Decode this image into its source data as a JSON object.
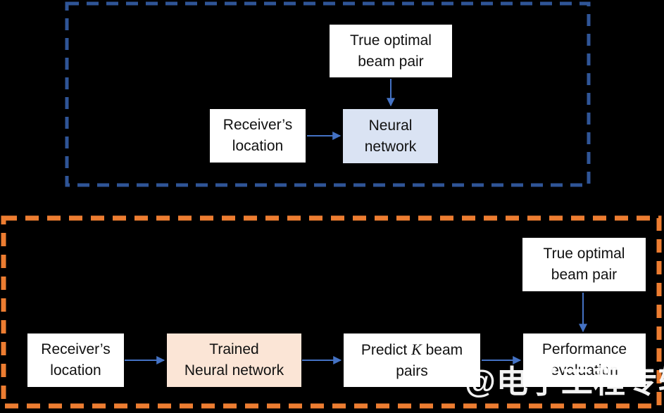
{
  "colors": {
    "background": "#000000",
    "dashed_blue": "#2f5597",
    "dashed_orange": "#ed7d31",
    "arrow_blue": "#4472c4",
    "box_blue_fill": "#dae3f3",
    "box_peach_fill": "#fbe5d6",
    "box_text": "#111111",
    "watermark": "#ffffff"
  },
  "training_stage": {
    "true_optimal": {
      "line1": "True optimal",
      "line2": "beam pair"
    },
    "receiver": {
      "line1": "Receiver’s",
      "line2": "location"
    },
    "neural_network": {
      "line1": "Neural",
      "line2": "network"
    }
  },
  "testing_stage": {
    "receiver": {
      "line1": "Receiver’s",
      "line2": "location"
    },
    "trained_nn": {
      "line1": "Trained",
      "line2": "Neural network"
    },
    "predict": {
      "line1_before": "Predict ",
      "line1_math": "K",
      "line1_after": " beam",
      "line2": "pairs"
    },
    "performance": {
      "line1": "Performance",
      "line2": "evaluation"
    },
    "true_optimal": {
      "line1": "True optimal",
      "line2": "beam pair"
    }
  },
  "watermark": "@电子工程专辑"
}
